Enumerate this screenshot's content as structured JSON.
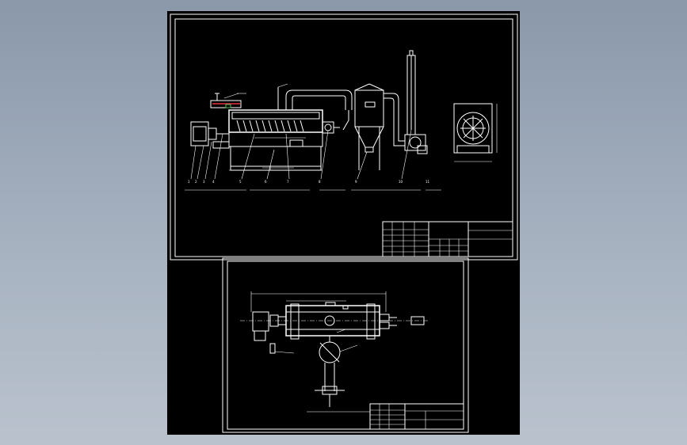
{
  "sheet_top": {
    "callouts": [
      "1",
      "2",
      "3",
      "4",
      "5",
      "6",
      "7",
      "8",
      "9",
      "10",
      "11"
    ],
    "title_block": {
      "title_left": "",
      "title_right": ""
    }
  },
  "sheet_bottom": {
    "title_block": {
      "title": ""
    }
  }
}
